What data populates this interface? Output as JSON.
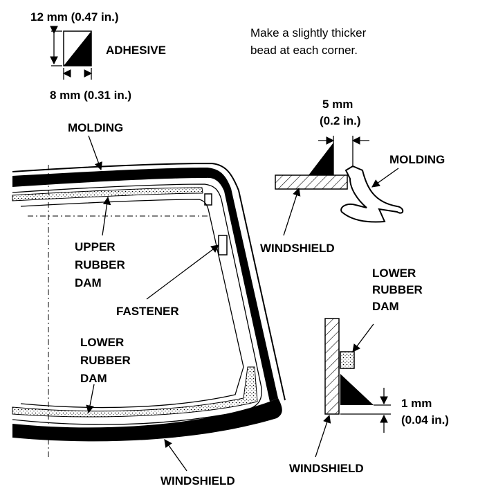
{
  "labels": {
    "adhesive_height": "12 mm (0.47 in.)",
    "adhesive": "ADHESIVE",
    "adhesive_width": "8 mm (0.31 in.)",
    "note_line1": "Make a slightly thicker",
    "note_line2": "bead at each corner.",
    "molding_main": "MOLDING",
    "upper_dam_1": "UPPER",
    "upper_dam_2": "RUBBER",
    "upper_dam_3": "DAM",
    "fastener": "FASTENER",
    "lower_dam_main_1": "LOWER",
    "lower_dam_main_2": "RUBBER",
    "lower_dam_main_3": "DAM",
    "windshield_main": "WINDSHIELD",
    "gap_5mm_1": "5 mm",
    "gap_5mm_2": "(0.2 in.)",
    "molding_detail": "MOLDING",
    "windshield_top_detail": "WINDSHIELD",
    "lower_dam_detail_1": "LOWER",
    "lower_dam_detail_2": "RUBBER",
    "lower_dam_detail_3": "DAM",
    "gap_1mm_1": "1 mm",
    "gap_1mm_2": "(0.04 in.)",
    "windshield_bottom_detail": "WINDSHIELD"
  }
}
